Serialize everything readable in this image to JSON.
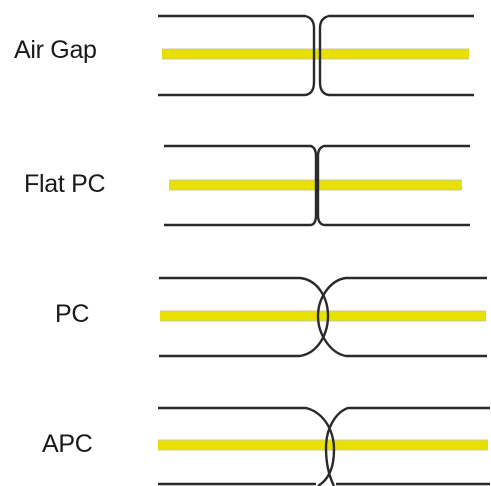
{
  "connectors": [
    {
      "label": "Air Gap"
    },
    {
      "label": "Flat PC"
    },
    {
      "label": "PC"
    },
    {
      "label": "APC"
    }
  ],
  "colors": {
    "core": "#e8e000",
    "outline": "#2a2a2a"
  }
}
